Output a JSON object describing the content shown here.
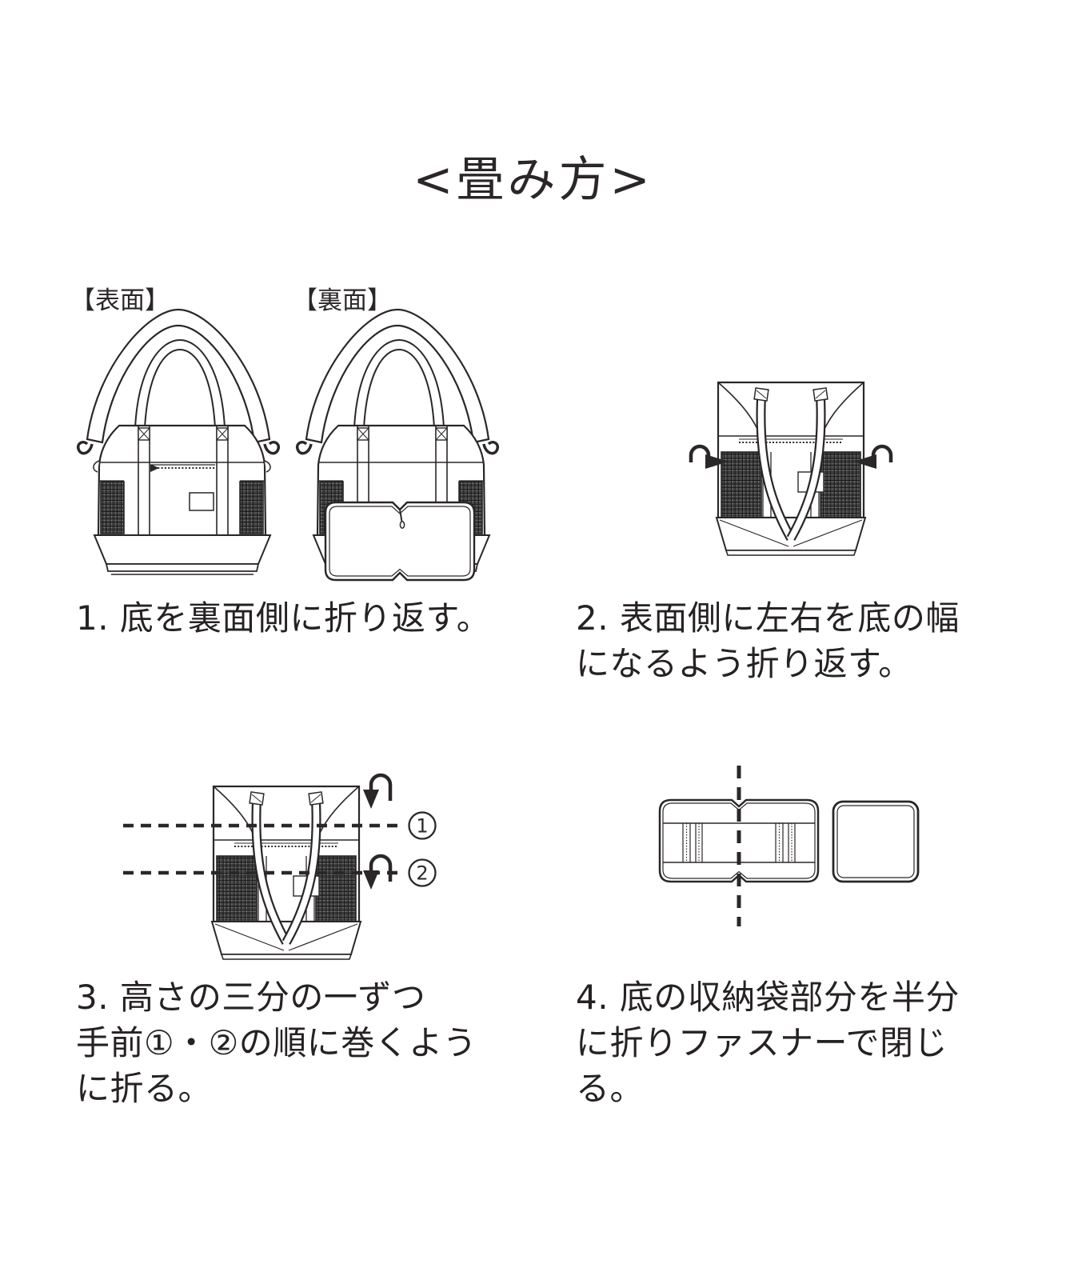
{
  "title": "<畳み方>",
  "colors": {
    "ink": "#2b2728",
    "paper": "#ffffff",
    "mesh_dark": "#4a4a4a"
  },
  "section1": {
    "front_label": "【表面】",
    "back_label": "【裏面】"
  },
  "steps": [
    {
      "number": "1",
      "lines": [
        "1. 底を裏面側に折り返す。"
      ]
    },
    {
      "number": "2",
      "lines": [
        "2. 表面側に左右を底の幅",
        "になるよう折り返す。"
      ]
    },
    {
      "number": "3",
      "lines": [
        "3. 高さの三分の一ずつ",
        "手前①・②の順に巻くよう",
        "に折る。"
      ]
    },
    {
      "number": "4",
      "lines": [
        "4. 底の収納袋部分を半分",
        "に折りファスナーで閉じ",
        "る。"
      ]
    }
  ],
  "fold_markers": {
    "first": "1",
    "second": "2"
  }
}
